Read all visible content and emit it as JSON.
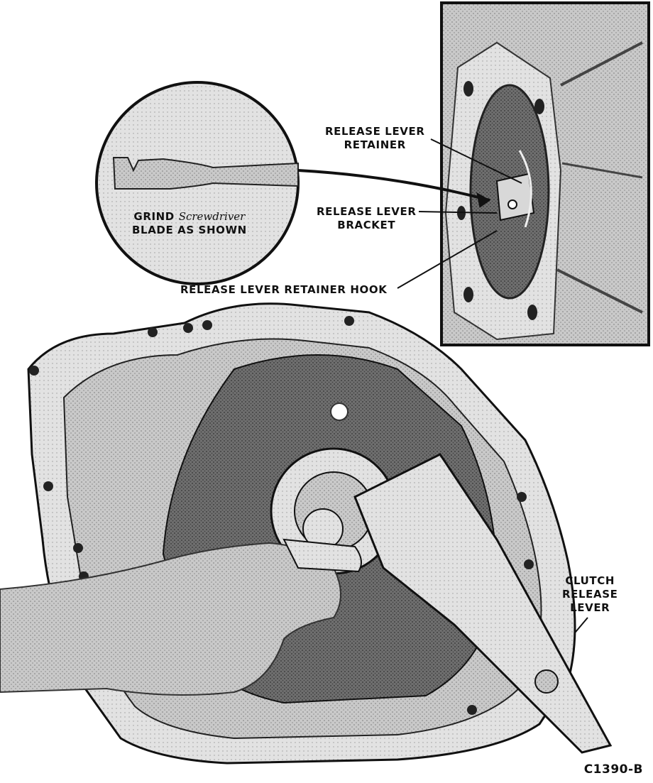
{
  "labels": {
    "release_lever_retainer": [
      "RELEASE LEVER",
      "RETAINER"
    ],
    "release_lever_bracket": [
      "RELEASE LEVER",
      "BRACKET"
    ],
    "release_lever_retainer_hook": "RELEASE LEVER RETAINER HOOK",
    "grind_line1_bold": "GRIND",
    "grind_line1_italic": "Screwdriver",
    "grind_line2": "BLADE AS SHOWN",
    "clutch_release_lever": [
      "CLUTCH",
      "RELEASE",
      "LEVER"
    ]
  },
  "figure_id": "C1390-B"
}
